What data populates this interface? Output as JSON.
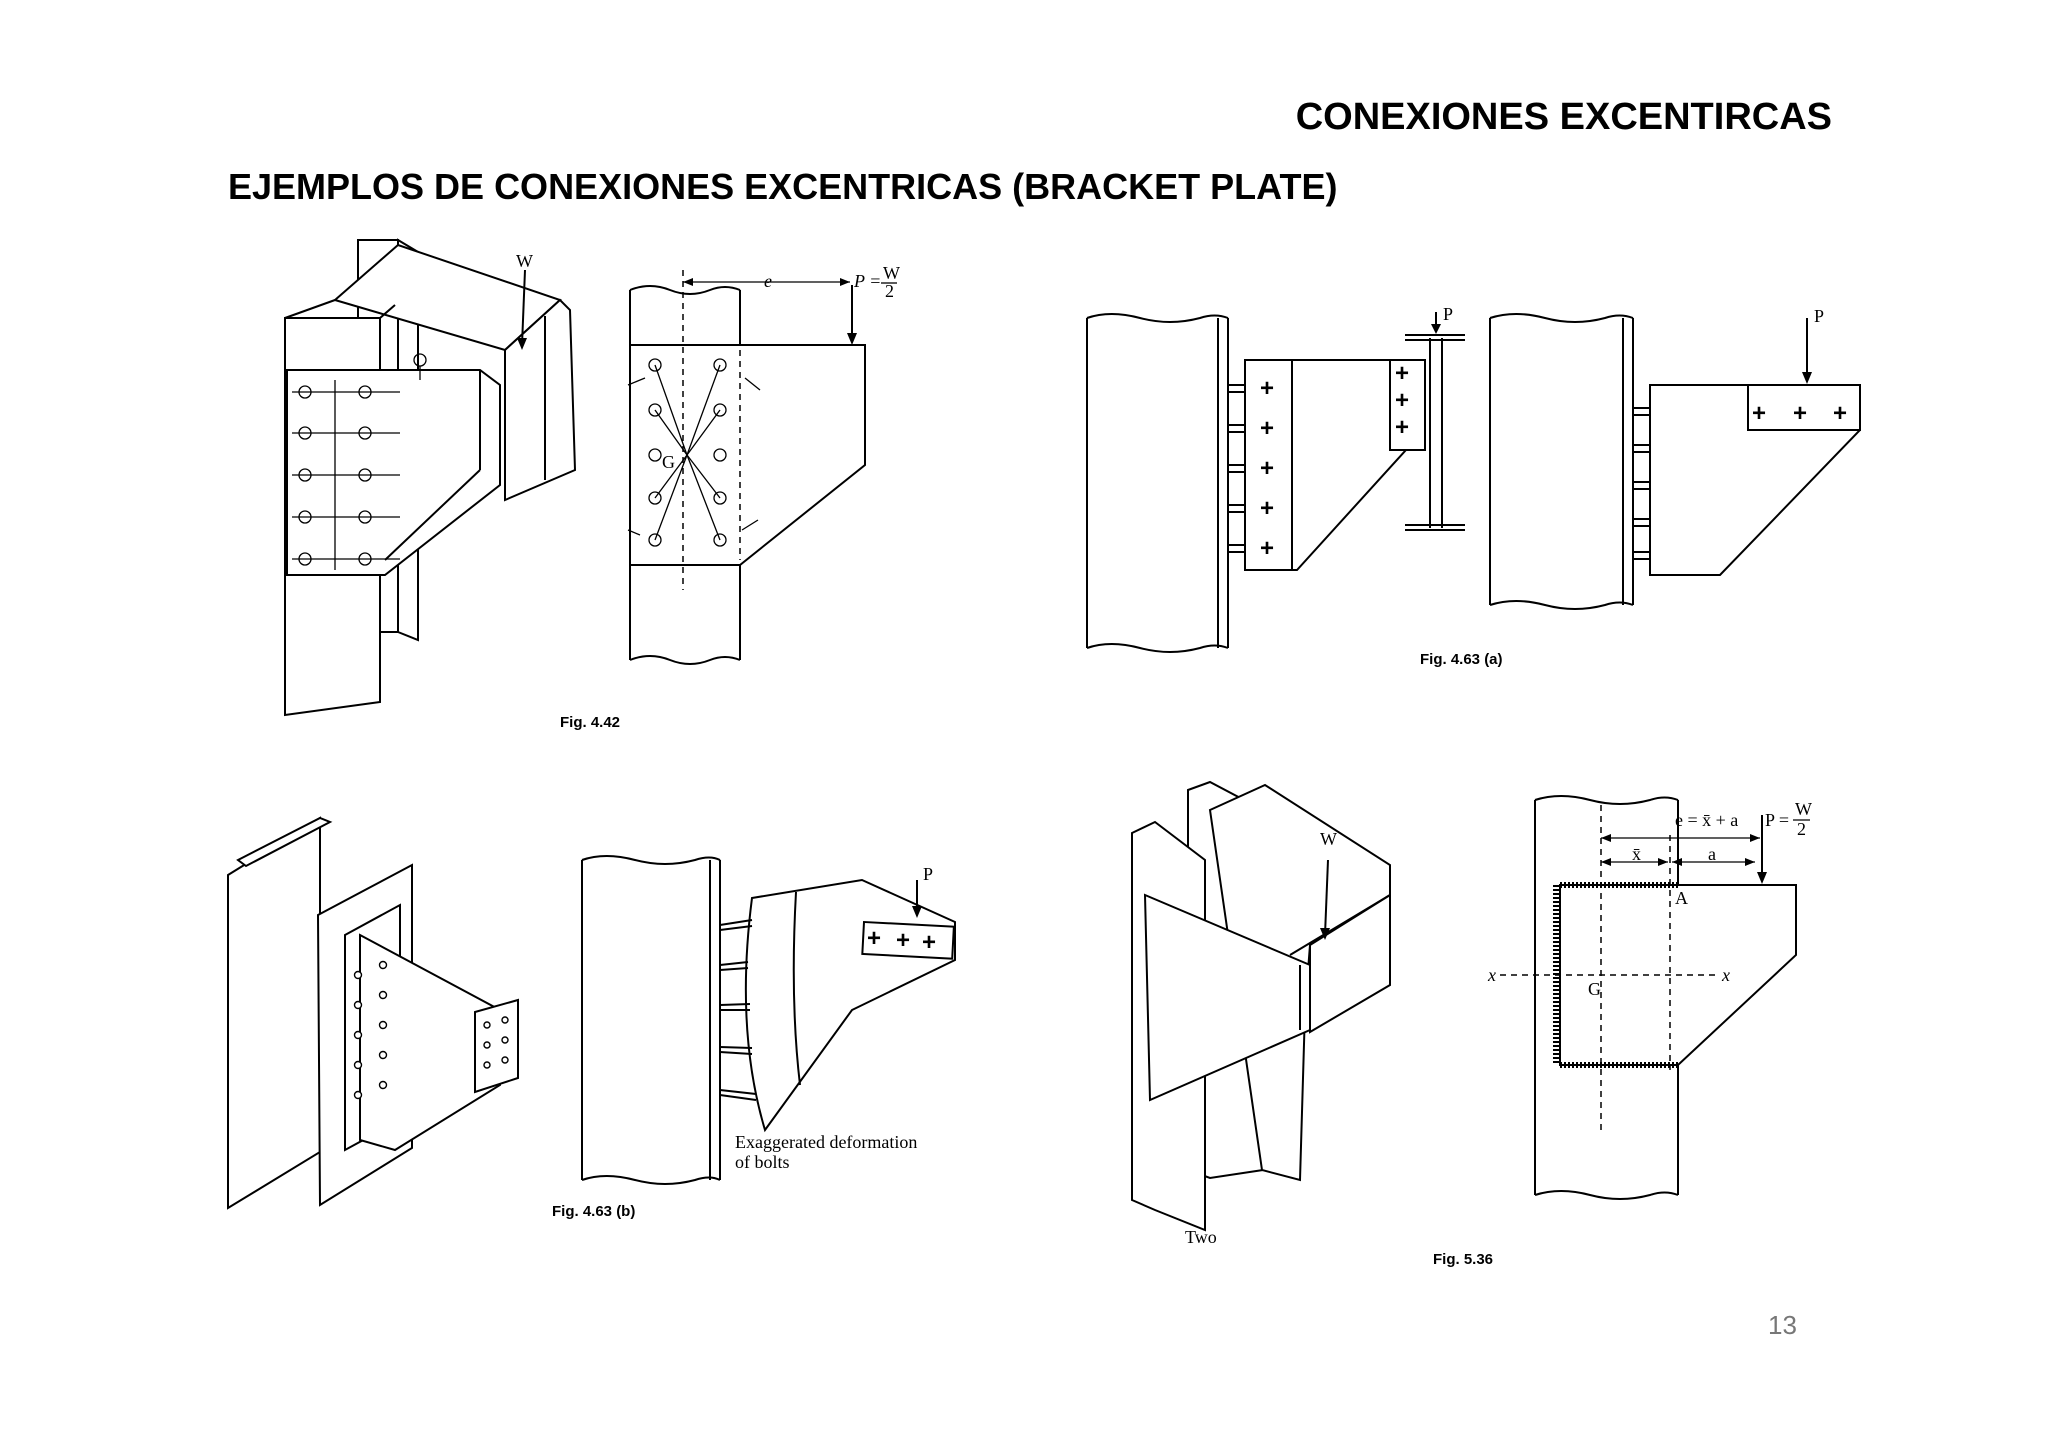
{
  "header": {
    "title": "CONEXIONES EXCENTIRCAS",
    "subtitle": "EJEMPLOS DE CONEXIONES EXCENTRICAS (BRACKET PLATE)"
  },
  "figures": {
    "fig_442": {
      "caption": "Fig. 4.42",
      "load_label": "W",
      "eccentricity_label": "e",
      "load_eq_lhs": "P =",
      "load_eq_num": "W",
      "load_eq_den": "2",
      "centroid_label": "G"
    },
    "fig_463a": {
      "caption": "Fig. 4.63 (a)",
      "load_label_1": "P",
      "load_label_2": "P"
    },
    "fig_463b": {
      "caption": "Fig. 4.63 (b)",
      "load_label": "P",
      "note_line1": "Exaggerated deformation",
      "note_line2": "of bolts"
    },
    "fig_536": {
      "caption": "Fig. 5.36",
      "load_label": "W",
      "two_label": "Two",
      "ecc_eq": "e = x̄ + a",
      "load_eq_lhs": "P =",
      "load_eq_num": "W",
      "load_eq_den": "2",
      "xbar_label": "x̄",
      "a_label": "a",
      "point_label": "A",
      "centroid_label": "G",
      "axis_left": "x",
      "axis_right": "x"
    }
  },
  "page": {
    "number": "13"
  }
}
